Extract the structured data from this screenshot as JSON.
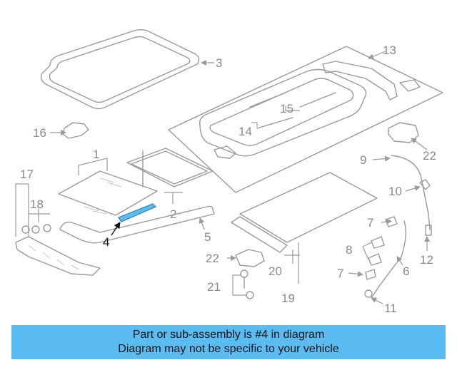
{
  "diagram": {
    "callouts": [
      "1",
      "2",
      "3",
      "4",
      "5",
      "6",
      "7",
      "8",
      "9",
      "10",
      "11",
      "12",
      "13",
      "14",
      "15",
      "16",
      "17",
      "18",
      "19",
      "20",
      "21",
      "22"
    ],
    "highlight_part": "4",
    "highlight_color": "#5bbcf2",
    "line_color": "#9a9a9a"
  },
  "caption": {
    "line1": "Part or sub-assembly is #4 in diagram",
    "line2": "Diagram may not be specific to your vehicle",
    "background": "#5bbcf2"
  }
}
